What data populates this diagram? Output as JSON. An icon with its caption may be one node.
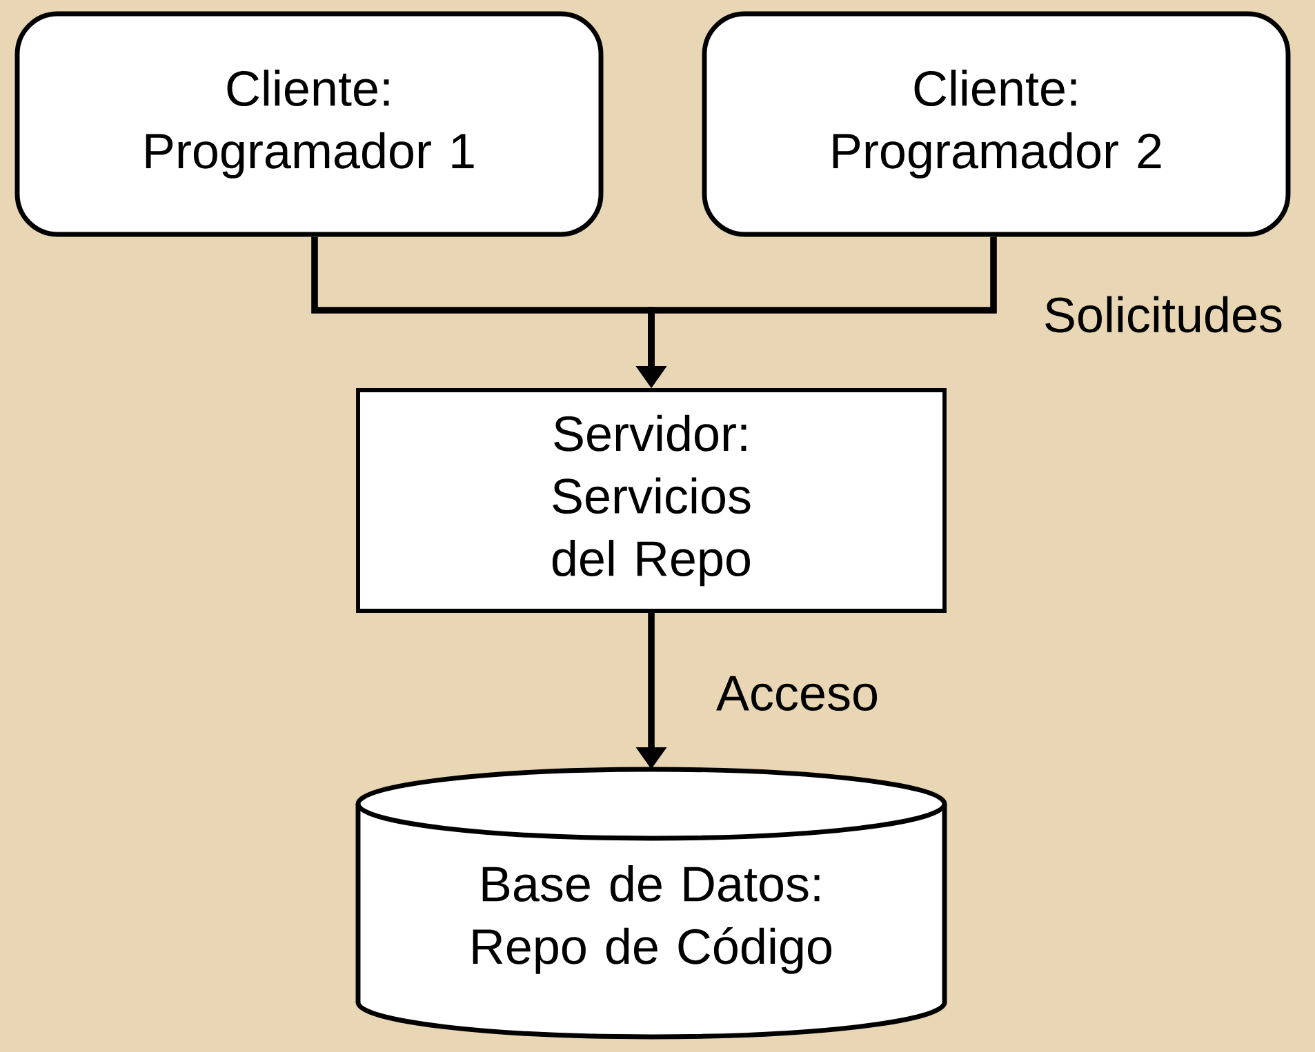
{
  "diagram": {
    "nodes": [
      {
        "text": [
          "Cliente: Programador 1"
        ]
      },
      {
        "text": [
          "Cliente: Programador 2"
        ]
      },
      {
        "text": [
          "Servidor: Servicios del Repo"
        ]
      },
      {
        "text": [
          "Base de Datos: Repo de Código"
        ]
      }
    ],
    "edges": [
      {
        "from": 0,
        "to": 2,
        "arrow": "to"
      },
      {
        "from": 1,
        "to": 2,
        "arrow": "to",
        "label": "Solicitudes"
      },
      {
        "from": 2,
        "to": 3,
        "arrow": "to",
        "label": "Acceso"
      }
    ]
  }
}
